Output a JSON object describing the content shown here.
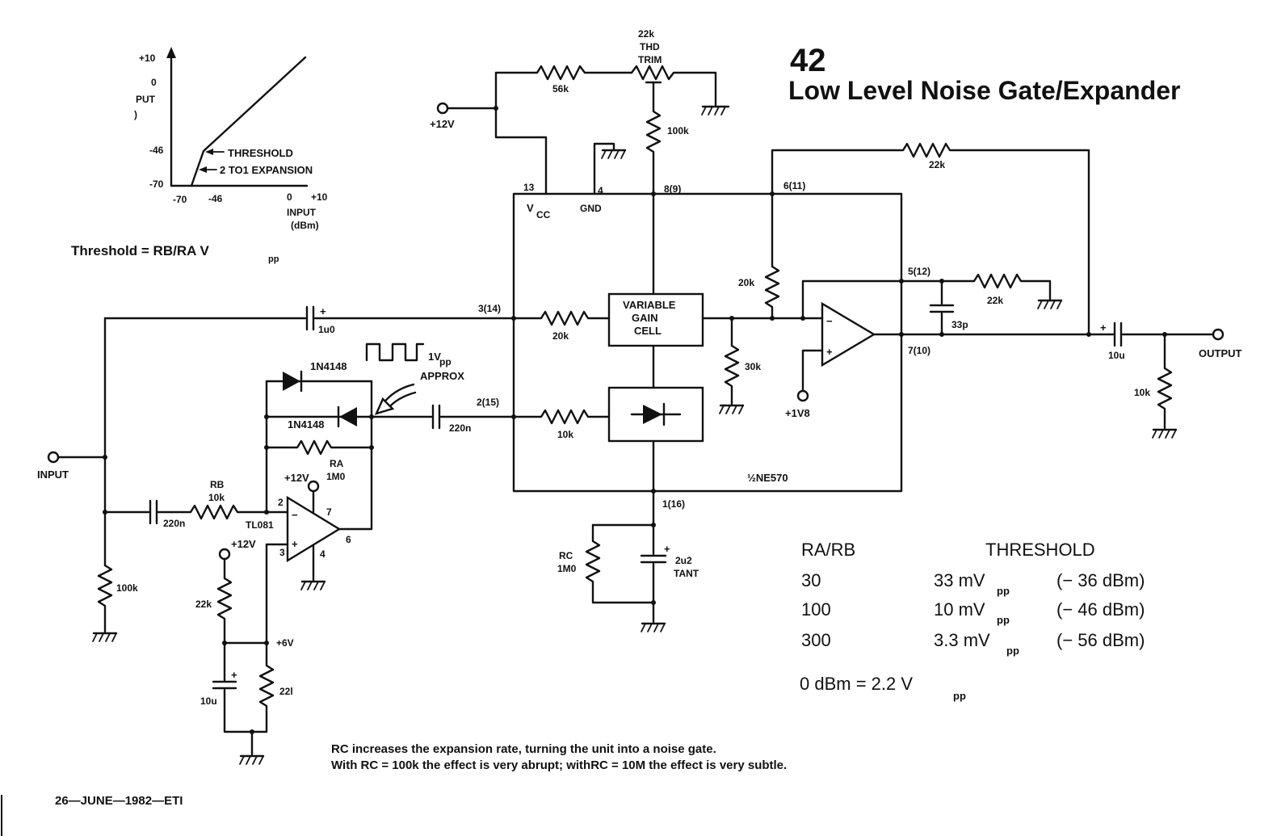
{
  "title": {
    "number": "42",
    "text": "Low Level Noise Gate/Expander"
  },
  "graph": {
    "y_ticks": [
      "+10",
      "0",
      "-46",
      "-70"
    ],
    "y_label": [
      "PUT",
      ")"
    ],
    "x_ticks": [
      "-70",
      "-46",
      "0",
      "+10"
    ],
    "x_label": [
      "INPUT",
      "(dBm)"
    ],
    "threshold_label": "THRESHOLD",
    "expansion_label": "2 TO1 EXPANSION"
  },
  "threshold_formula": {
    "main": "Threshold = RB/RA V",
    "sub": "pp"
  },
  "labels": {
    "r22k_thd": [
      "22k",
      "THD",
      "TRIM"
    ],
    "r56k": "56k",
    "r100k_top": "100k",
    "v12_top": "+12V",
    "pin13": "13",
    "vcc": "V",
    "vcc_sub": "CC",
    "pin4": "4",
    "gnd": "GND",
    "pin8": "8(9)",
    "pin6": "6(11)",
    "r22k_fb": "22k",
    "r20k_v": "20k",
    "pin5": "5(12)",
    "c33p": "33p",
    "r22k_r": "22k",
    "pin3": "3(14)",
    "c1u0": "1u0",
    "r20k_h": "20k",
    "vgc": [
      "VARIABLE",
      "GAIN",
      "CELL"
    ],
    "r30k": "30k",
    "v1v8": "+1V8",
    "pin7": "7(10)",
    "c10u_out": "10u",
    "output": "OUTPUT",
    "r10k_out": "10k",
    "square_amp": "1V",
    "square_amp_sub": "pp",
    "square_approx": "APPROX",
    "d1": "1N4148",
    "d2": "1N4148",
    "pin2": "2(15)",
    "c220n_mid": "220n",
    "r10k_mid": "10k",
    "ra": [
      "RA",
      "1M0"
    ],
    "ne570": "½NE570",
    "input": "INPUT",
    "rb": [
      "RB",
      "10k"
    ],
    "c220n_left": "220n",
    "op_v12": "+12V",
    "tl081": "TL081",
    "op_pin2": "2",
    "op_pin3": "3",
    "op_pin7": "7",
    "op_pin4": "4",
    "op_pin6": "6",
    "pin1": "1(16)",
    "rc": [
      "RC",
      "1M0"
    ],
    "c2u2": [
      "2u2",
      "TANT"
    ],
    "r100k_left": "100k",
    "v12_bias": "+12V",
    "r22k_bias": "22k",
    "v6": "+6V",
    "c10u_bias": "10u",
    "r22_bias": "22l"
  },
  "table": {
    "headers": [
      "RA/RB",
      "THRESHOLD"
    ],
    "rows": [
      {
        "ratio": "30",
        "mv": "33 mV",
        "sub": "pp",
        "dbm": "(− 36 dBm)"
      },
      {
        "ratio": "100",
        "mv": "10 mV",
        "sub": "pp",
        "dbm": "(− 46 dBm)"
      },
      {
        "ratio": "300",
        "mv": "3.3 mV",
        "sub": "pp",
        "dbm": "(− 56 dBm)"
      }
    ],
    "footer": "0 dBm = 2.2 V",
    "footer_sub": "pp"
  },
  "notes": [
    "RC increases the expansion rate, turning the unit  into a noise gate.",
    "With RC = 100k the effect is very abrupt; withRC = 10M the effect is very subtle."
  ],
  "footer": "26—JUNE—1982—ETI"
}
